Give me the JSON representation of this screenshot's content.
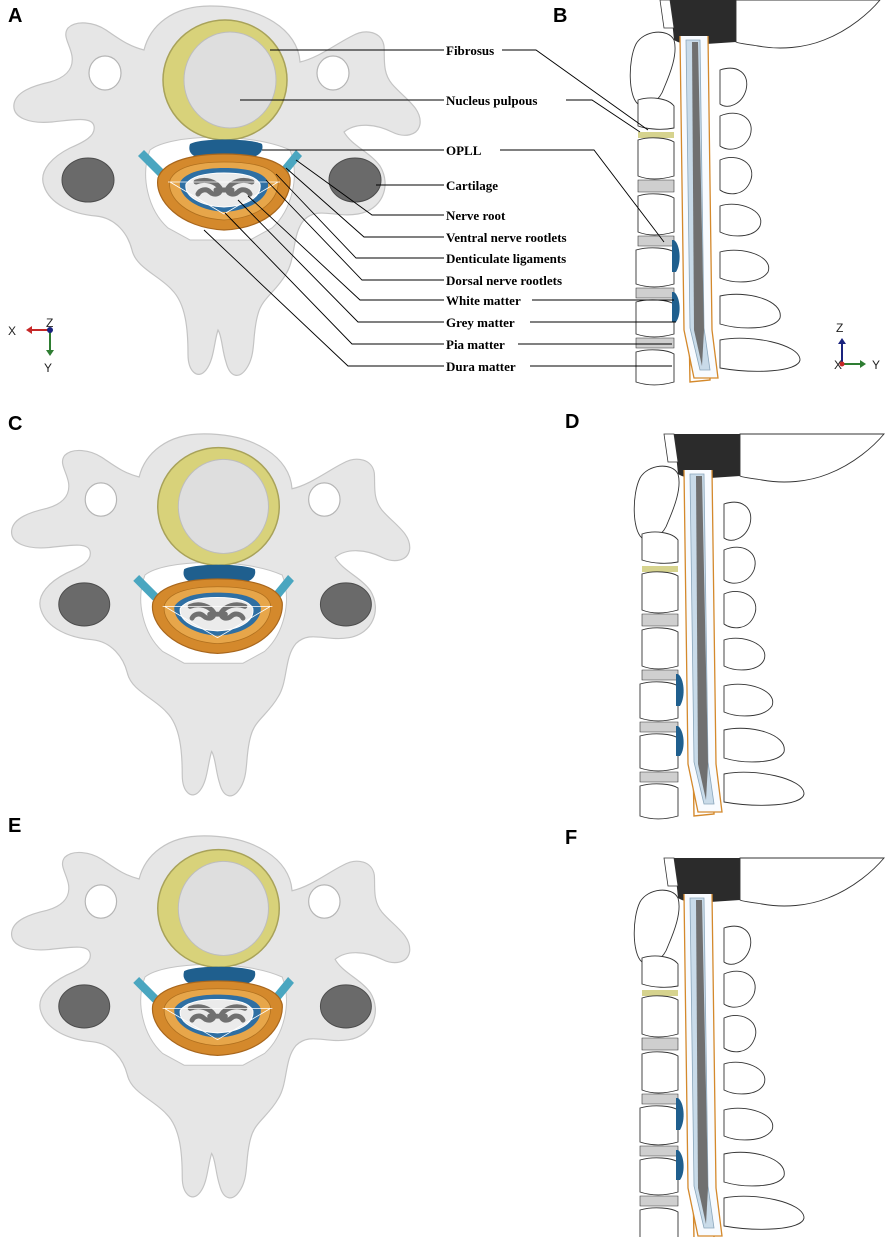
{
  "panels": [
    {
      "letter": "A"
    },
    {
      "letter": "B"
    },
    {
      "letter": "C"
    },
    {
      "letter": "D"
    },
    {
      "letter": "E"
    },
    {
      "letter": "F"
    }
  ],
  "labels": [
    {
      "text": "Fibrosus"
    },
    {
      "text": "Nucleus pulpous"
    },
    {
      "text": "OPLL"
    },
    {
      "text": "Cartilage"
    },
    {
      "text": "Nerve root"
    },
    {
      "text": "Ventral  nerve rootlets"
    },
    {
      "text": "Denticulate ligaments"
    },
    {
      "text": "Dorsal nerve rootlets"
    },
    {
      "text": "White matter"
    },
    {
      "text": "Grey matter"
    },
    {
      "text": "Pia matter"
    },
    {
      "text": "Dura matter"
    }
  ],
  "axes_a": {
    "x": "X",
    "z": "Z",
    "y": "Y"
  },
  "axes_b": {
    "z": "Z",
    "x": "X",
    "y": "Y"
  },
  "colors": {
    "bone": "#e6e6e6",
    "bone_stroke": "#b9b9b9",
    "annulus": "#d8d27a",
    "nucleus": "#dcdcdc",
    "dura": "#d4892c",
    "opll": "#1f5f8e",
    "nerve_root": "#4aa6c0",
    "cartilage": "#6a6a6a",
    "grey_matter": "#707070",
    "skull_block": "#2b2b2b",
    "disc_yellow": "#d6d38e"
  }
}
